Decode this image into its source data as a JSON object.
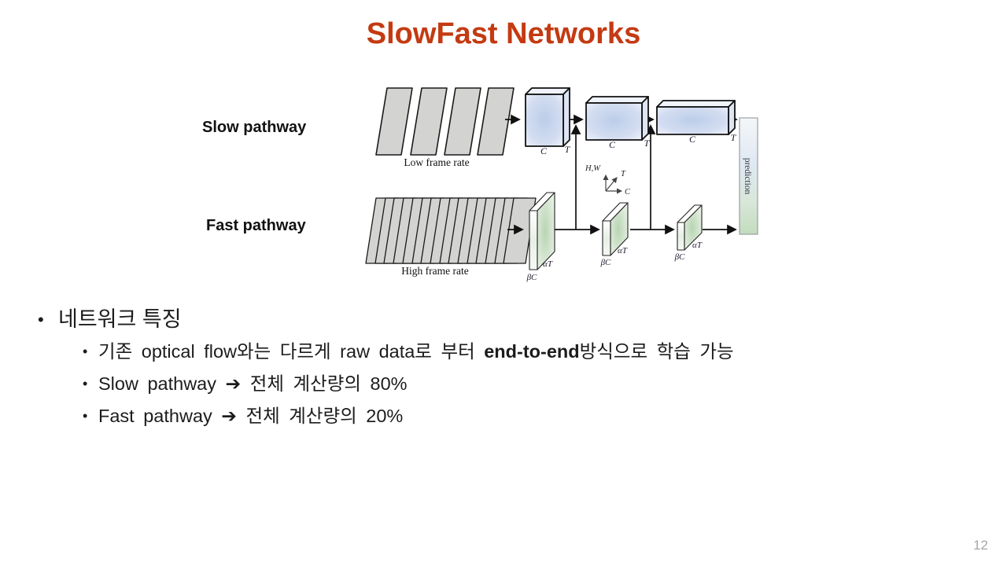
{
  "title": "SlowFast Networks",
  "accent_color": "#C43A12",
  "page_number": "12",
  "bullet_char": "•",
  "diagram": {
    "slow_pathway_label": "Slow pathway",
    "fast_pathway_label": "Fast pathway",
    "low_frame_rate_caption": "Low frame rate",
    "high_frame_rate_caption": "High frame rate",
    "dim_c": "C",
    "dim_t": "T",
    "dim_beta_c": "βC",
    "dim_alpha_t": "αT",
    "axis_hw": "H,W",
    "axis_t": "T",
    "axis_c": "C",
    "prediction_label": "prediction",
    "slow_block_color": "#c9d6ee",
    "fast_slab_color": "#c2d9bd",
    "frame_color": "#d3d3d1"
  },
  "bullets": {
    "level1": "네트워크 특징",
    "item1_pre": "기존 optical flow와는 다르게 raw data로 부터 ",
    "item1_bold": "end-to-end",
    "item1_post": "방식으로 학습 가능",
    "item2": "Slow pathway ➔ 전체 계산량의 80%",
    "item3": "Fast pathway ➔ 전체 계산량의 20%"
  }
}
